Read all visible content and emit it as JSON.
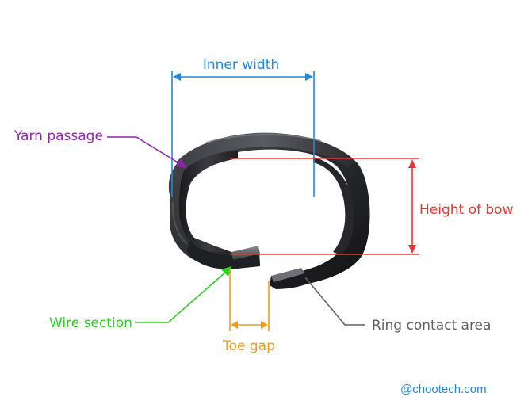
{
  "labels": {
    "inner_width": "Inner width",
    "yarn_passage": "Yarn passage",
    "height_of_bow": "Height of bow",
    "wire_section": "Wire section",
    "ring_contact_area": "Ring contact area",
    "toe_gap": "Toe gap"
  },
  "watermark": "@chootech.com",
  "colors": {
    "inner_width": "#1e88e5",
    "yarn_passage": "#8e24aa",
    "height_of_bow": "#e53935",
    "wire_section": "#2ecc1f",
    "ring_contact_area": "#616161",
    "toe_gap": "#f39c12",
    "traveller_dark": "#1c1c1e",
    "traveller_mid": "#3a3b40",
    "traveller_light": "#8a8b90"
  }
}
